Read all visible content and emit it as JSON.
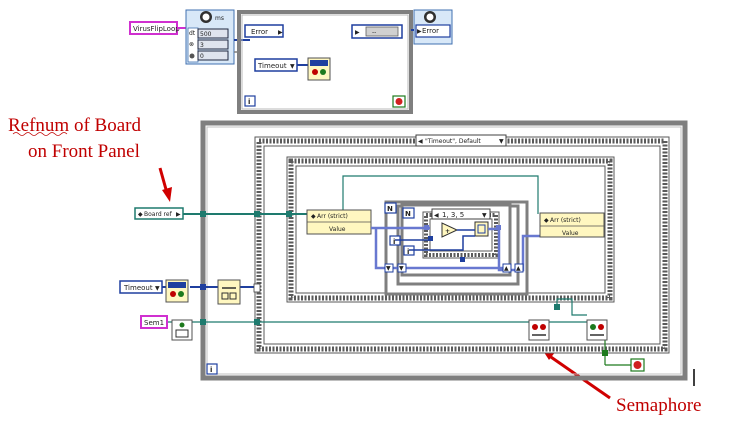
{
  "annotations": {
    "refnum_line1": "Refnum of Board",
    "refnum_line2": "on Front Panel",
    "semaphore": "Semaphore"
  },
  "top_section": {
    "string_constant": "VirusFlipLoop",
    "timer_unit": "ms",
    "cluster_rows": [
      {
        "label": "dt",
        "value": "500"
      },
      {
        "label": "",
        "value": "3"
      },
      {
        "label": "",
        "value": "0"
      }
    ],
    "error_label_left": "Error",
    "error_label_right": "Error",
    "timeout_label": "Timeout",
    "iteration_label": "i",
    "array_value": "--"
  },
  "main_section": {
    "board_ref_label": "Board ref",
    "timeout_label": "Timeout",
    "sem_label": "Sem1",
    "case_selector": "\"Timeout\", Default",
    "arr_read_label": "Arr (strict)",
    "arr_read_value": "Value",
    "arr_write_label": "Arr (strict)",
    "arr_write_value": "Value",
    "inner_case_selector": "1, 3, 5",
    "count_terminal_1": "N",
    "count_terminal_2": "N",
    "iteration_terminal_1": "i",
    "iteration_terminal_2": "i",
    "loop_iteration": "i"
  },
  "colors": {
    "annotation": "#c00000",
    "frame": "#7f7f7f",
    "ref_wire": "#1e7a6e",
    "int_wire": "#1f3f9f",
    "bool_wire": "#1d7a1d",
    "string_wire": "#d030d0"
  }
}
